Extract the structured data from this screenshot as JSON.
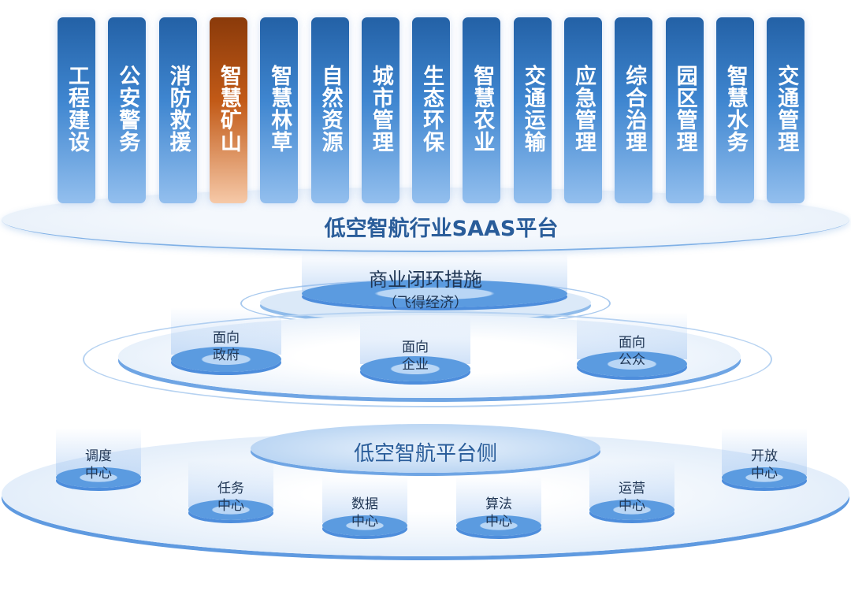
{
  "industries": [
    {
      "label": "工程建设",
      "active": false
    },
    {
      "label": "公安警务",
      "active": false
    },
    {
      "label": "消防救援",
      "active": false
    },
    {
      "label": "智慧矿山",
      "active": true
    },
    {
      "label": "智慧林草",
      "active": false
    },
    {
      "label": "自然资源",
      "active": false
    },
    {
      "label": "城市管理",
      "active": false
    },
    {
      "label": "生态环保",
      "active": false
    },
    {
      "label": "智慧农业",
      "active": false
    },
    {
      "label": "交通运输",
      "active": false
    },
    {
      "label": "应急管理",
      "active": false
    },
    {
      "label": "综合治理",
      "active": false
    },
    {
      "label": "园区管理",
      "active": false
    },
    {
      "label": "智慧水务",
      "active": false
    },
    {
      "label": "交通管理",
      "active": false
    }
  ],
  "platform": {
    "title": "低空智航行业SAAS平台"
  },
  "business": {
    "title": "商业闭环措施",
    "subtitle": "（飞得经济）"
  },
  "audiences": [
    {
      "line1": "面向",
      "line2": "政府"
    },
    {
      "line1": "面向",
      "line2": "企业"
    },
    {
      "line1": "面向",
      "line2": "公众"
    }
  ],
  "platform_side": {
    "title": "低空智航平台侧"
  },
  "centers": [
    {
      "line1": "调度",
      "line2": "中心"
    },
    {
      "line1": "任务",
      "line2": "中心"
    },
    {
      "line1": "数据",
      "line2": "中心"
    },
    {
      "line1": "算法",
      "line2": "中心"
    },
    {
      "line1": "运营",
      "line2": "中心"
    },
    {
      "line1": "开放",
      "line2": "中心"
    }
  ],
  "colors": {
    "pillar": "#2f74c0",
    "active": "#c25a17",
    "title": "#2a5d9a"
  }
}
